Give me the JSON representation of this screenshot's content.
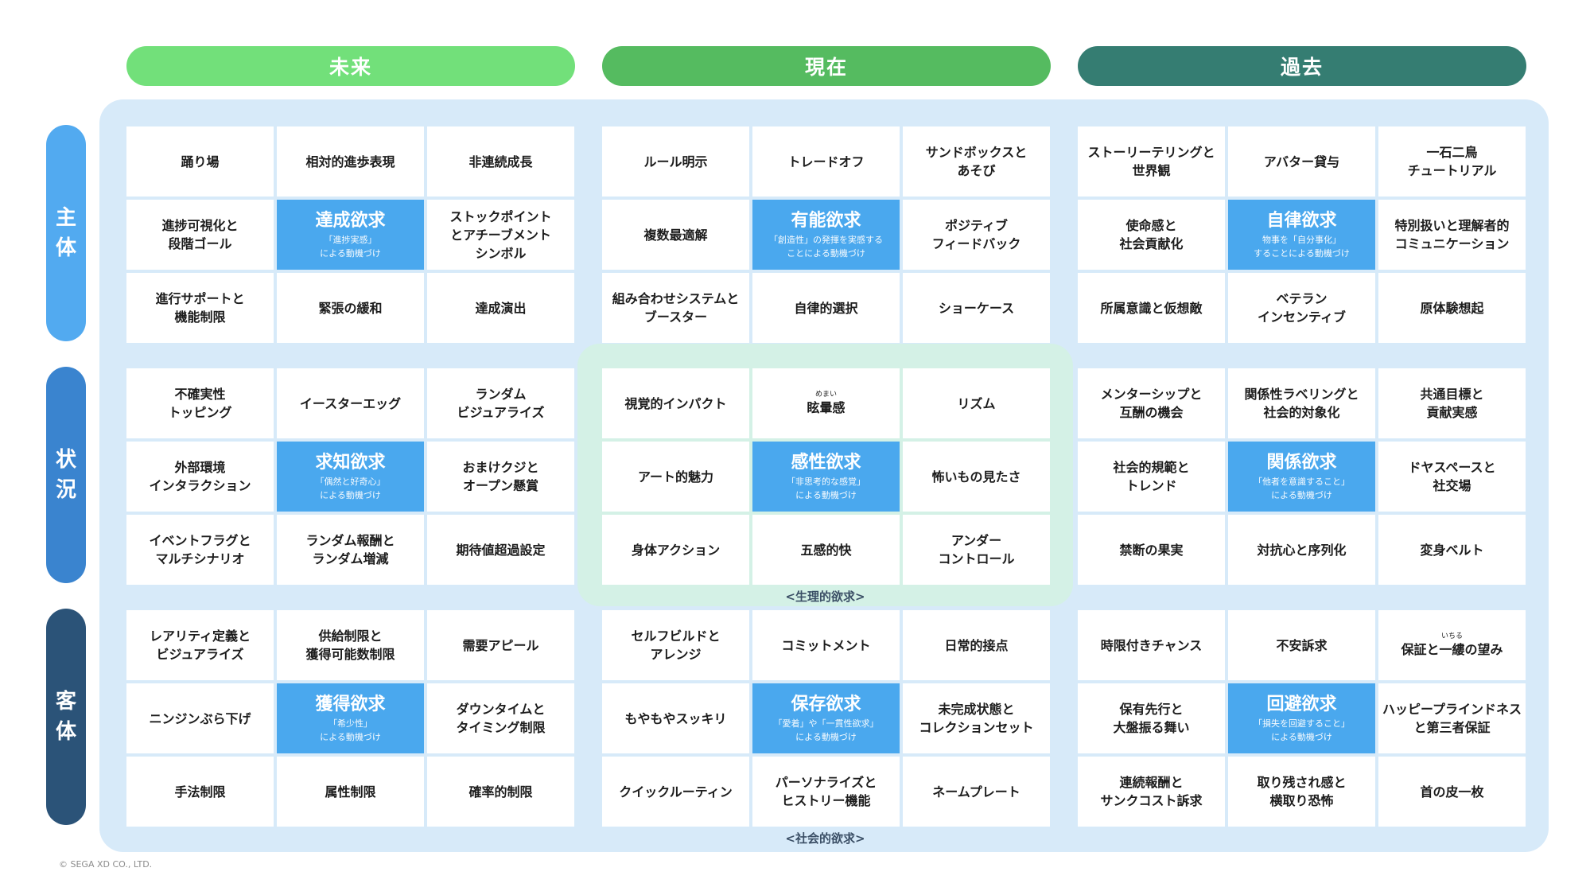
{
  "columns": [
    {
      "label": "未来",
      "color": "#72e07a"
    },
    {
      "label": "現在",
      "color": "#55bb60"
    },
    {
      "label": "過去",
      "color": "#357d72"
    }
  ],
  "rows": [
    {
      "chars": [
        "主",
        "体"
      ],
      "color": "#52aaf0"
    },
    {
      "chars": [
        "状",
        "況"
      ],
      "color": "#3a84cf"
    },
    {
      "chars": [
        "客",
        "体"
      ],
      "color": "#2b5378"
    }
  ],
  "cells": [
    [
      [
        {
          "lines": [
            "踊り場"
          ]
        },
        {
          "lines": [
            "相対的進歩表現"
          ]
        },
        {
          "lines": [
            "非連続成長"
          ]
        },
        {
          "lines": [
            "進捗可視化と",
            "段階ゴール"
          ]
        },
        {
          "core": true,
          "title": "達成欲求",
          "sub": [
            "「進捗実感」",
            "による動機づけ"
          ]
        },
        {
          "lines": [
            "ストックポイント",
            "とアチーブメント",
            "シンボル"
          ]
        },
        {
          "lines": [
            "進行サポートと",
            "機能制限"
          ]
        },
        {
          "lines": [
            "緊張の緩和"
          ]
        },
        {
          "lines": [
            "達成演出"
          ]
        }
      ],
      [
        {
          "lines": [
            "ルール明示"
          ]
        },
        {
          "lines": [
            "トレードオフ"
          ]
        },
        {
          "lines": [
            "サンドボックスと",
            "あそび"
          ]
        },
        {
          "lines": [
            "複数最適解"
          ]
        },
        {
          "core": true,
          "title": "有能欲求",
          "sub": [
            "「創造性」の発揮を実感する",
            "ことによる動機づけ"
          ]
        },
        {
          "lines": [
            "ポジティブ",
            "フィードバック"
          ]
        },
        {
          "lines": [
            "組み合わせシステムと",
            "ブースター"
          ]
        },
        {
          "lines": [
            "自律的選択"
          ]
        },
        {
          "lines": [
            "ショーケース"
          ]
        }
      ],
      [
        {
          "lines": [
            "ストーリーテリングと",
            "世界観"
          ]
        },
        {
          "lines": [
            "アバター貸与"
          ]
        },
        {
          "lines": [
            "一石二鳥",
            "チュートリアル"
          ]
        },
        {
          "lines": [
            "使命感と",
            "社会貢献化"
          ]
        },
        {
          "core": true,
          "title": "自律欲求",
          "sub": [
            "物事を「自分事化」",
            "することによる動機づけ"
          ]
        },
        {
          "lines": [
            "特別扱いと理解者的",
            "コミュニケーション"
          ]
        },
        {
          "lines": [
            "所属意識と仮想敵"
          ]
        },
        {
          "lines": [
            "ベテラン",
            "インセンティブ"
          ]
        },
        {
          "lines": [
            "原体験想起"
          ]
        }
      ]
    ],
    [
      [
        {
          "lines": [
            "不確実性",
            "トッピング"
          ]
        },
        {
          "lines": [
            "イースターエッグ"
          ]
        },
        {
          "lines": [
            "ランダム",
            "ビジュアライズ"
          ]
        },
        {
          "lines": [
            "外部環境",
            "インタラクション"
          ]
        },
        {
          "core": true,
          "title": "求知欲求",
          "sub": [
            "「偶然と好奇心」",
            "による動機づけ"
          ]
        },
        {
          "lines": [
            "おまけクジと",
            "オープン懸賞"
          ]
        },
        {
          "lines": [
            "イベントフラグと",
            "マルチシナリオ"
          ]
        },
        {
          "lines": [
            "ランダム報酬と",
            "ランダム増減"
          ]
        },
        {
          "lines": [
            "期待値超過設定"
          ]
        }
      ],
      [
        {
          "lines": [
            "視覚的インパクト"
          ]
        },
        {
          "ruby": "めまい",
          "lines": [
            "眩暈感"
          ]
        },
        {
          "lines": [
            "リズム"
          ]
        },
        {
          "lines": [
            "アート的魅力"
          ]
        },
        {
          "core": true,
          "title": "感性欲求",
          "sub": [
            "「非思考的な感覚」",
            "による動機づけ"
          ]
        },
        {
          "lines": [
            "怖いもの見たさ"
          ]
        },
        {
          "lines": [
            "身体アクション"
          ]
        },
        {
          "lines": [
            "五感的快"
          ]
        },
        {
          "lines": [
            "アンダー",
            "コントロール"
          ]
        }
      ],
      [
        {
          "lines": [
            "メンターシップと",
            "互酬の機会"
          ]
        },
        {
          "lines": [
            "関係性ラベリングと",
            "社会的対象化"
          ]
        },
        {
          "lines": [
            "共通目標と",
            "貢献実感"
          ]
        },
        {
          "lines": [
            "社会的規範と",
            "トレンド"
          ]
        },
        {
          "core": true,
          "title": "関係欲求",
          "sub": [
            "「他者を意識すること」",
            "による動機づけ"
          ]
        },
        {
          "lines": [
            "ドヤスペースと",
            "社交場"
          ]
        },
        {
          "lines": [
            "禁断の果実"
          ]
        },
        {
          "lines": [
            "対抗心と序列化"
          ]
        },
        {
          "lines": [
            "変身ベルト"
          ]
        }
      ]
    ],
    [
      [
        {
          "lines": [
            "レアリティ定義と",
            "ビジュアライズ"
          ]
        },
        {
          "lines": [
            "供給制限と",
            "獲得可能数制限"
          ]
        },
        {
          "lines": [
            "需要アピール"
          ]
        },
        {
          "lines": [
            "ニンジンぶら下げ"
          ]
        },
        {
          "core": true,
          "title": "獲得欲求",
          "sub": [
            "「希少性」",
            "による動機づけ"
          ]
        },
        {
          "lines": [
            "ダウンタイムと",
            "タイミング制限"
          ]
        },
        {
          "lines": [
            "手法制限"
          ]
        },
        {
          "lines": [
            "属性制限"
          ]
        },
        {
          "lines": [
            "確率的制限"
          ]
        }
      ],
      [
        {
          "lines": [
            "セルフビルドと",
            "アレンジ"
          ]
        },
        {
          "lines": [
            "コミットメント"
          ]
        },
        {
          "lines": [
            "日常的接点"
          ]
        },
        {
          "lines": [
            "もやもやスッキリ"
          ]
        },
        {
          "core": true,
          "title": "保存欲求",
          "sub": [
            "「愛着」や「一貫性欲求」",
            "による動機づけ"
          ]
        },
        {
          "lines": [
            "未完成状態と",
            "コレクションセット"
          ]
        },
        {
          "lines": [
            "クイックルーティン"
          ]
        },
        {
          "lines": [
            "パーソナライズと",
            "ヒストリー機能"
          ]
        },
        {
          "lines": [
            "ネームプレート"
          ]
        }
      ],
      [
        {
          "lines": [
            "時限付きチャンス"
          ]
        },
        {
          "lines": [
            "不安訴求"
          ]
        },
        {
          "ruby": "いちる",
          "lines": [
            "保証と一縷の望み"
          ]
        },
        {
          "lines": [
            "保有先行と",
            "大盤振る舞い"
          ]
        },
        {
          "core": true,
          "title": "回避欲求",
          "sub": [
            "「損失を回避すること」",
            "による動機づけ"
          ]
        },
        {
          "lines": [
            "ハッピープラインドネス",
            "と第三者保証"
          ]
        },
        {
          "lines": [
            "連続報酬と",
            "サンクコスト訴求"
          ]
        },
        {
          "lines": [
            "取り残され感と",
            "横取り恐怖"
          ]
        },
        {
          "lines": [
            "首の皮一枚"
          ]
        }
      ]
    ]
  ],
  "band_labels": {
    "physiological": "<生理的欲求>",
    "social": "<社会的欲求>"
  },
  "copyright": "© SEGA XD CO., LTD."
}
